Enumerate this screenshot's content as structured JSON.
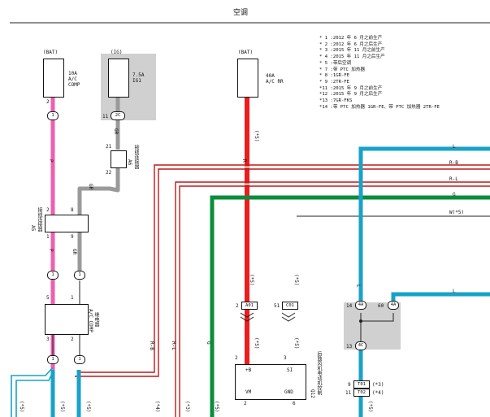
{
  "title": "空调",
  "notes": [
    "* 1 :2012 年 6 月之前生产",
    "* 2 :2012 年 6 月之后生产",
    "* 3 :2015 年 11 月之前生产",
    "* 4 :2015 年 11 月之后生产",
    "* 5 :带后空调",
    "* 7 :带 PTC 加热器",
    "* 8 :1GR-FE",
    "* 9 :2TR-FE",
    "*11 :2015 年 9 月之前生产",
    "*12 :2015 年 9 月之后生产",
    "*13 :7GR-FKS",
    "*14 :带 PTC 加热器 1GR-FE、带 PTC 加热器 2TR-FE"
  ],
  "fuses": {
    "ac_comp": {
      "source": "(BAT)",
      "rating": "10A",
      "name1": "A/C",
      "name2": "COMP"
    },
    "ig1": {
      "source": "(IG)",
      "rating": "7.5A",
      "name1": "IG1"
    },
    "ac_rr": {
      "source": "(BAT)",
      "rating": "40A",
      "name1": "A/C RR"
    }
  },
  "connector_labels": {
    "a5": "A5",
    "a5_desc": "接线连接器",
    "a6": "A6",
    "a6_desc": "接线连接器"
  },
  "relay": {
    "name": "A/C COMP",
    "desc": "继电器"
  },
  "blower": {
    "id": "Q12",
    "desc": "后鼓风机电动机控制",
    "pin_plus": "+B",
    "pin_si": "SI",
    "pin_vm": "VM",
    "pin_gnd": "GND"
  },
  "pins": {
    "p2a": "2",
    "p1a": "1",
    "p11": "11",
    "p2c": "2C",
    "p21": "21",
    "p22": "22",
    "p2b": "2",
    "p8": "8",
    "p1b": "1",
    "p9": "9",
    "p1c": "1",
    "p1d": "1",
    "p5": "5",
    "p1e": "1",
    "p3": "3",
    "p2e": "2",
    "p1f": "1",
    "p1g": "1",
    "p2d": "2",
    "p1h": "1",
    "pa01": "A01",
    "p51": "51",
    "pc01": "C01",
    "p2f": "2",
    "p3b": "3",
    "p2g": "2",
    "p6": "6",
    "p14": "14",
    "p4a": "4A",
    "p60": "60",
    "p4a2": "4A",
    "p13": "13",
    "p4c": "4C",
    "p9b": "9",
    "pt01": "T01",
    "p11b": "11",
    "pt02": "T02"
  },
  "wires": {
    "p": "P",
    "gr": "GR",
    "r": "R",
    "l": "L",
    "rb": "R-B",
    "rl": "R-L",
    "g": "G",
    "wb": "W(*5)",
    "l2": "L",
    "g2": "G",
    "rl2": "R-L",
    "rb2": "R-B",
    "l3": "L"
  },
  "marks": {
    "m1": "(*5)",
    "m2": "(*5)",
    "m3": "(*5)",
    "m4": "(*5)",
    "m5": "(*4)",
    "m6": "(*3)",
    "m7": "(*5)",
    "m8": "(*5)",
    "m9": "(*5)",
    "m10": "(*5)",
    "m11": "(*5)",
    "m12": "(*3)",
    "m13": "(*4)",
    "m14": "(*5)"
  }
}
